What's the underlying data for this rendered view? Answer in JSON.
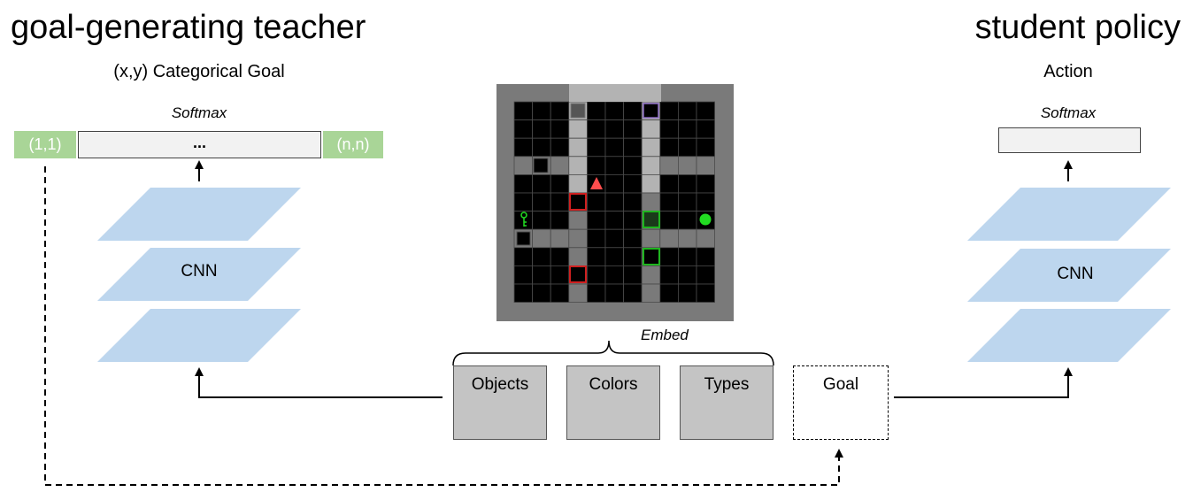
{
  "left": {
    "title": "goal-generating teacher",
    "output_label": "(x,y) Categorical Goal",
    "softmax_label": "Softmax",
    "first_cell": "(1,1)",
    "middle_cell": "...",
    "last_cell": "(n,n)",
    "network_label": "CNN"
  },
  "right": {
    "title": "student policy",
    "output_label": "Action",
    "softmax_label": "Softmax",
    "network_label": "CNN"
  },
  "center": {
    "embed_label": "Embed",
    "boxes": [
      "Objects",
      "Colors",
      "Types"
    ],
    "goal_label": "Goal"
  },
  "colors": {
    "layer_fill": "#bdd6ee",
    "green_cell": "#a9d597",
    "embed_box": "#c4c4c4",
    "grid_bg": "#7a7a7a",
    "corridor": "#b3b3b3"
  }
}
